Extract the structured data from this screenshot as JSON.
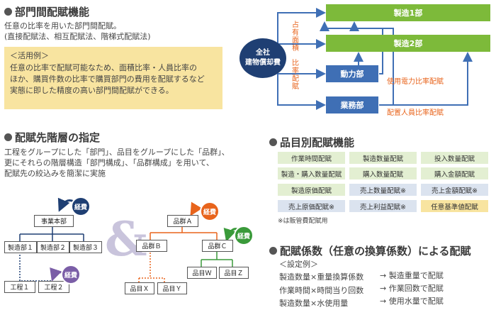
{
  "section1": {
    "title": "部門間配賦機能",
    "lines": [
      "任意の比率を用いた部門間配賦。",
      "(直接配賦法、相互配賦法、階梯式配賦法)"
    ],
    "example_title": "＜活用例＞",
    "example_lines": [
      "任意の比率で配賦可能なため、面積比率・人員比率の",
      "ほか、購買件数の比率で購買部門の費用を配賦するなど",
      "実態に即した精度の高い部門間配賦ができる。"
    ]
  },
  "diagram1": {
    "source": [
      "全社",
      "建物償却費"
    ],
    "targets": [
      "製造1部",
      "製造2部"
    ],
    "support": [
      "動力部",
      "業務部"
    ],
    "vertical_label_1": "占有面積",
    "vertical_label_2": "比率配賦",
    "power_label": "使用電力比率配賦",
    "staff_label": "配置人員比率配賦"
  },
  "section2": {
    "title": "配賦先階層の指定",
    "lines": [
      "工程をグループにした「部門」、品目をグループにした「品群」、",
      "更にそれらの階層構造「部門構成」、「品群構成」を用いて、",
      "配賦先の絞込みを簡潔に実施"
    ]
  },
  "tree_left": {
    "root": "事業本部",
    "mid": [
      "製造部１",
      "製造部２",
      "製造部３"
    ],
    "leaf": [
      "工程１",
      "工程２"
    ],
    "badge": "経費"
  },
  "ampersand": "&",
  "tree_right": {
    "root": "品群Ａ",
    "mid": [
      "品群Ｂ",
      "品群Ｃ"
    ],
    "leaf_b": [
      "品目Ｘ",
      "品目Ｙ"
    ],
    "leaf_c": [
      "品目Ｗ",
      "品目Ｚ"
    ],
    "badge": "経費"
  },
  "section3": {
    "title": "品目別配賦機能",
    "tags": [
      [
        "作業時間配賦",
        "製造数量配賦",
        "投入数量配賦"
      ],
      [
        "製造・購入数量配賦",
        "購入数量配賦",
        "購入金額配賦"
      ],
      [
        "製造原価配賦",
        "売上数量配賦※",
        "売上金額配賦※"
      ],
      [
        "売上原価配賦※",
        "売上利益配賦※",
        "任意基準値配賦"
      ]
    ],
    "footnote": "※は販管費配賦用"
  },
  "section4": {
    "title": "配賦係数（任意の換算係数）による配賦",
    "example_title": "＜設定例＞",
    "rows": [
      {
        "left": "製造数量×重量換算係数",
        "right": "→ 製造重量で配賦"
      },
      {
        "left": "作業時間×時間当り回数",
        "right": "→ 作業回数で配賦"
      },
      {
        "left": "製造数量×水使用量",
        "right": "→ 使用水量で配賦"
      }
    ]
  },
  "colors": {
    "green": "#7dba3a",
    "blue": "#3f6fb5",
    "navy": "#1f3f73",
    "orange": "#e8641c",
    "yellow": "#f8e4a0",
    "purple": "#7b5ea7"
  }
}
